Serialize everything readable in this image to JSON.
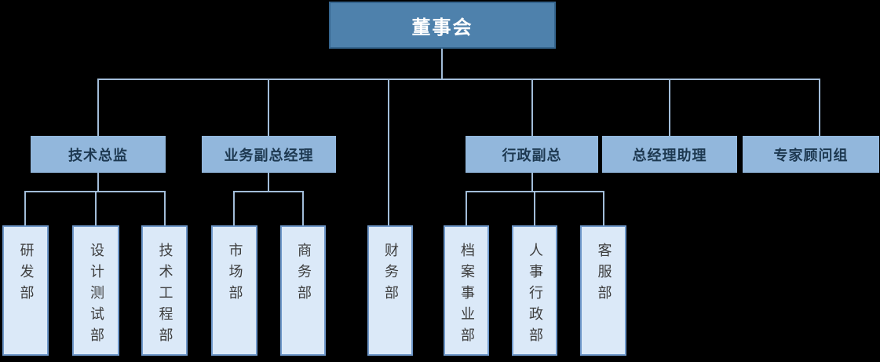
{
  "org": {
    "root": {
      "label": "董事会"
    },
    "managers": [
      {
        "label": "技术总监",
        "parent": "董事会"
      },
      {
        "label": "业务副总经理",
        "parent": "董事会"
      },
      {
        "label": "行政副总",
        "parent": "董事会"
      },
      {
        "label": "总经理助理",
        "parent": "董事会"
      },
      {
        "label": "专家顾问组",
        "parent": "董事会"
      }
    ],
    "departments": [
      {
        "label": "研发部",
        "parent": "技术总监"
      },
      {
        "label": "设计测试部",
        "parent": "技术总监"
      },
      {
        "label": "技术工程部",
        "parent": "技术总监"
      },
      {
        "label": "市场部",
        "parent": "业务副总经理"
      },
      {
        "label": "商务部",
        "parent": "业务副总经理"
      },
      {
        "label": "财务部",
        "parent": "董事会"
      },
      {
        "label": "档案事业部",
        "parent": "行政副总"
      },
      {
        "label": "人事行政部",
        "parent": "行政副总"
      },
      {
        "label": "客服部",
        "parent": "行政副总"
      }
    ]
  },
  "colors": {
    "background": "#000000",
    "root_fill": "#4e81ac",
    "root_border": "#35658e",
    "root_text": "#ffffff",
    "manager_fill": "#92b7dc",
    "manager_text": "#1d3850",
    "department_fill": "#dbe9f8",
    "department_border": "#6e97c9",
    "department_text": "#3d3d3d",
    "connector": "#a2bdd9"
  }
}
